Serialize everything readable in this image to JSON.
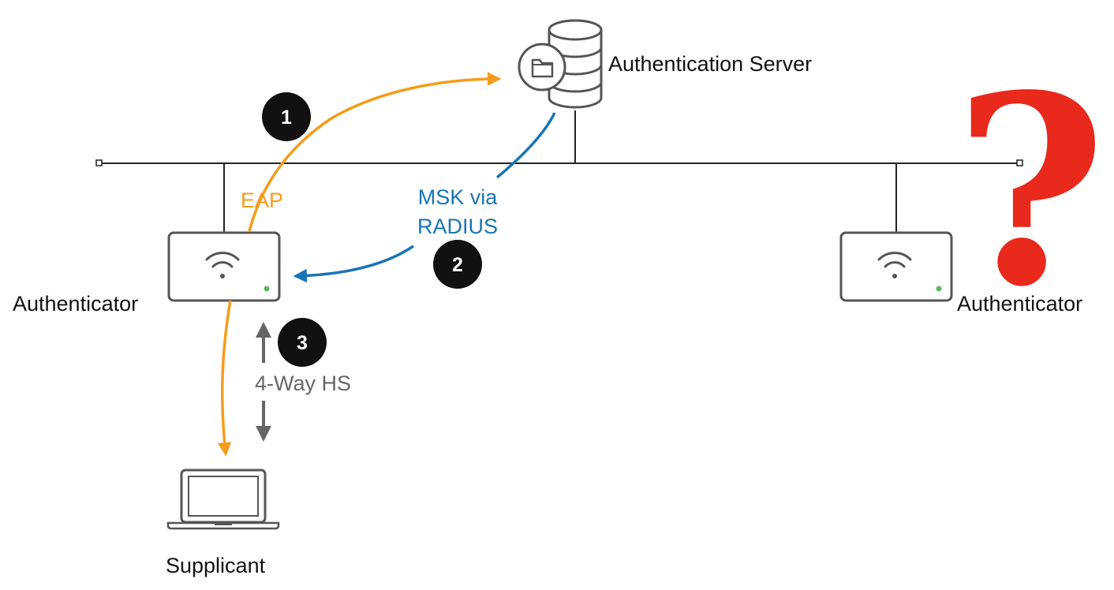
{
  "labels": {
    "auth_server": "Authentication Server",
    "authenticator_left": "Authenticator",
    "authenticator_right": "Authenticator",
    "supplicant": "Supplicant",
    "eap": "EAP",
    "msk_line1": "MSK via",
    "msk_line2": "RADIUS",
    "handshake": "4-Way HS",
    "question": "?"
  },
  "steps": [
    "1",
    "2",
    "3"
  ],
  "colors": {
    "eap": "#f59c1a",
    "msk": "#1a75b3",
    "handshake": "#666666",
    "question": "#e8291c",
    "badge": "#111111",
    "line": "#222222",
    "device_border": "#555555",
    "status_led": "#5cb85c"
  },
  "icons": {
    "server": "database-server-icon",
    "access_point": "wifi-access-point-icon",
    "laptop": "laptop-icon"
  }
}
